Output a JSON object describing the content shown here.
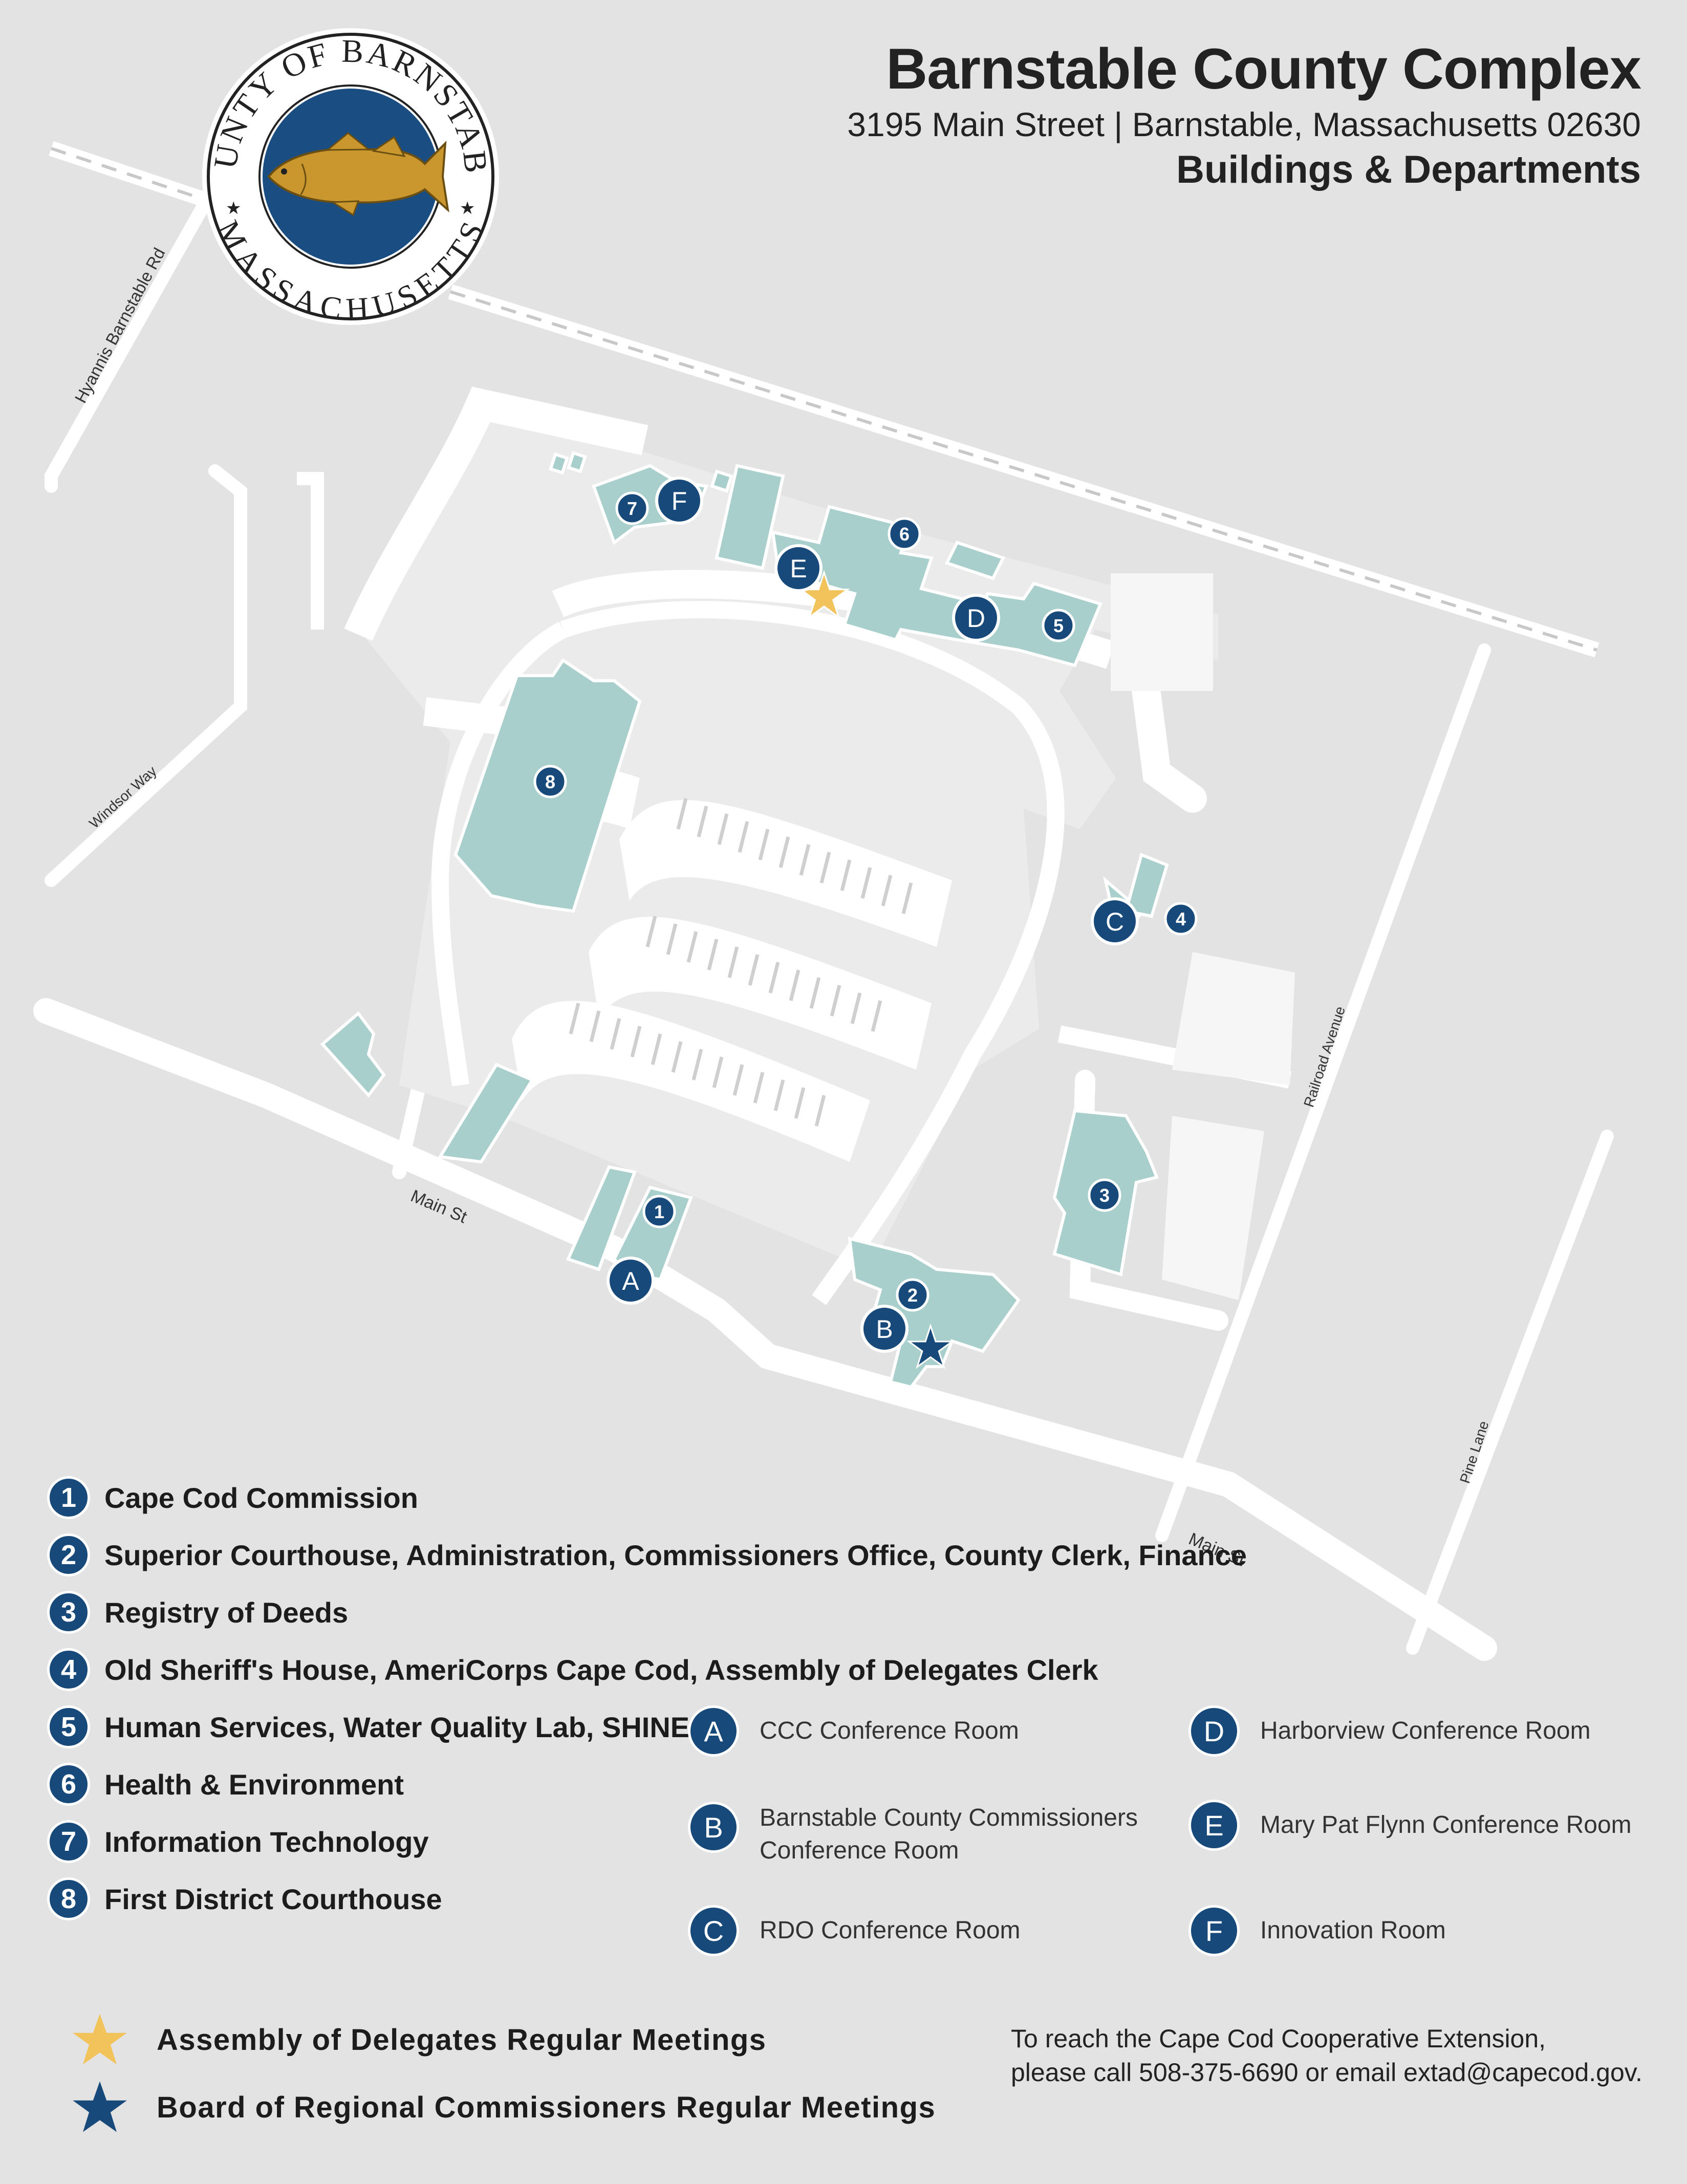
{
  "header": {
    "title": "Barnstable County Complex",
    "address": "3195 Main Street | Barnstable, Massachusetts 02630",
    "subtitle": "Buildings & Departments"
  },
  "seal": {
    "top_text": "COUNTY OF BARNSTABLE",
    "bottom_text": "MASSACHUSETTS"
  },
  "streets": {
    "hyannis": "Hyannis Barnstable Rd",
    "windsor": "Windsor Way",
    "main_left": "Main St",
    "main_right": "Main St",
    "railroad": "Railroad Avenue",
    "pine": "Pine Lane"
  },
  "map_markers": {
    "b1": "1",
    "b2": "2",
    "b3": "3",
    "b4": "4",
    "b5": "5",
    "b6": "6",
    "b7": "7",
    "b8": "8",
    "rA": "A",
    "rB": "B",
    "rC": "C",
    "rD": "D",
    "rE": "E",
    "rF": "F"
  },
  "buildings": [
    {
      "num": "1",
      "label": "Cape Cod Commission"
    },
    {
      "num": "2",
      "label": "Superior Courthouse, Administration, Commissioners Office, County Clerk,  Finance"
    },
    {
      "num": "3",
      "label": "Registry of Deeds"
    },
    {
      "num": "4",
      "label": "Old Sheriff's House, AmeriCorps Cape Cod, Assembly of Delegates Clerk"
    },
    {
      "num": "5",
      "label": "Human Services, Water Quality Lab, SHINE"
    },
    {
      "num": "6",
      "label": "Health & Environment"
    },
    {
      "num": "7",
      "label": "Information Technology"
    },
    {
      "num": "8",
      "label": "First District Courthouse"
    }
  ],
  "rooms": [
    {
      "letter": "A",
      "label": "CCC Conference Room"
    },
    {
      "letter": "B",
      "label": "Barnstable County Commissioners Conference Room"
    },
    {
      "letter": "C",
      "label": "RDO Conference Room"
    },
    {
      "letter": "D",
      "label": "Harborview Conference Room"
    },
    {
      "letter": "E",
      "label": "Mary Pat Flynn Conference Room"
    },
    {
      "letter": "F",
      "label": "Innovation Room"
    }
  ],
  "meetings": {
    "assembly": "Assembly of Delegates Regular Meetings",
    "board": "Board of Regional Commissioners Regular Meetings"
  },
  "contact": {
    "line1": "To reach the Cape Cod Cooperative Extension,",
    "line2": "please call 508-375-6690 or email extad@capecod.gov."
  },
  "colors": {
    "badge": "#17497a",
    "building": "#a9cfcc",
    "road": "#ffffff",
    "background": "#e3e3e3",
    "star_gold": "#f2c35b",
    "star_blue": "#17497a",
    "fish": "#c9972e"
  }
}
